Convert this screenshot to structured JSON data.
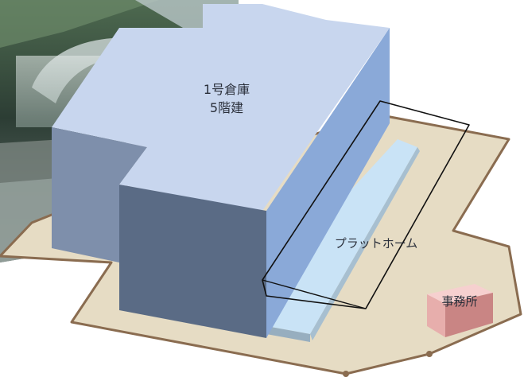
{
  "labels": {
    "warehouse_line1": "1号倉庫",
    "warehouse_line2": "5階建",
    "platform": "プラットホーム",
    "office": "事務所"
  },
  "colors": {
    "ground": "#e6dcc4",
    "ground_border": "#8a6c50",
    "building_top": "#c8d6ee",
    "building_right": "#8aa9d8",
    "building_left_light": "#7e8fab",
    "building_front_dark": "#5a6b85",
    "platform_light": "#c9e3f6",
    "platform_edge": "#97aebf",
    "office_top": "#f6d0cf",
    "office_front": "#e7aeac",
    "office_side": "#c98584"
  }
}
